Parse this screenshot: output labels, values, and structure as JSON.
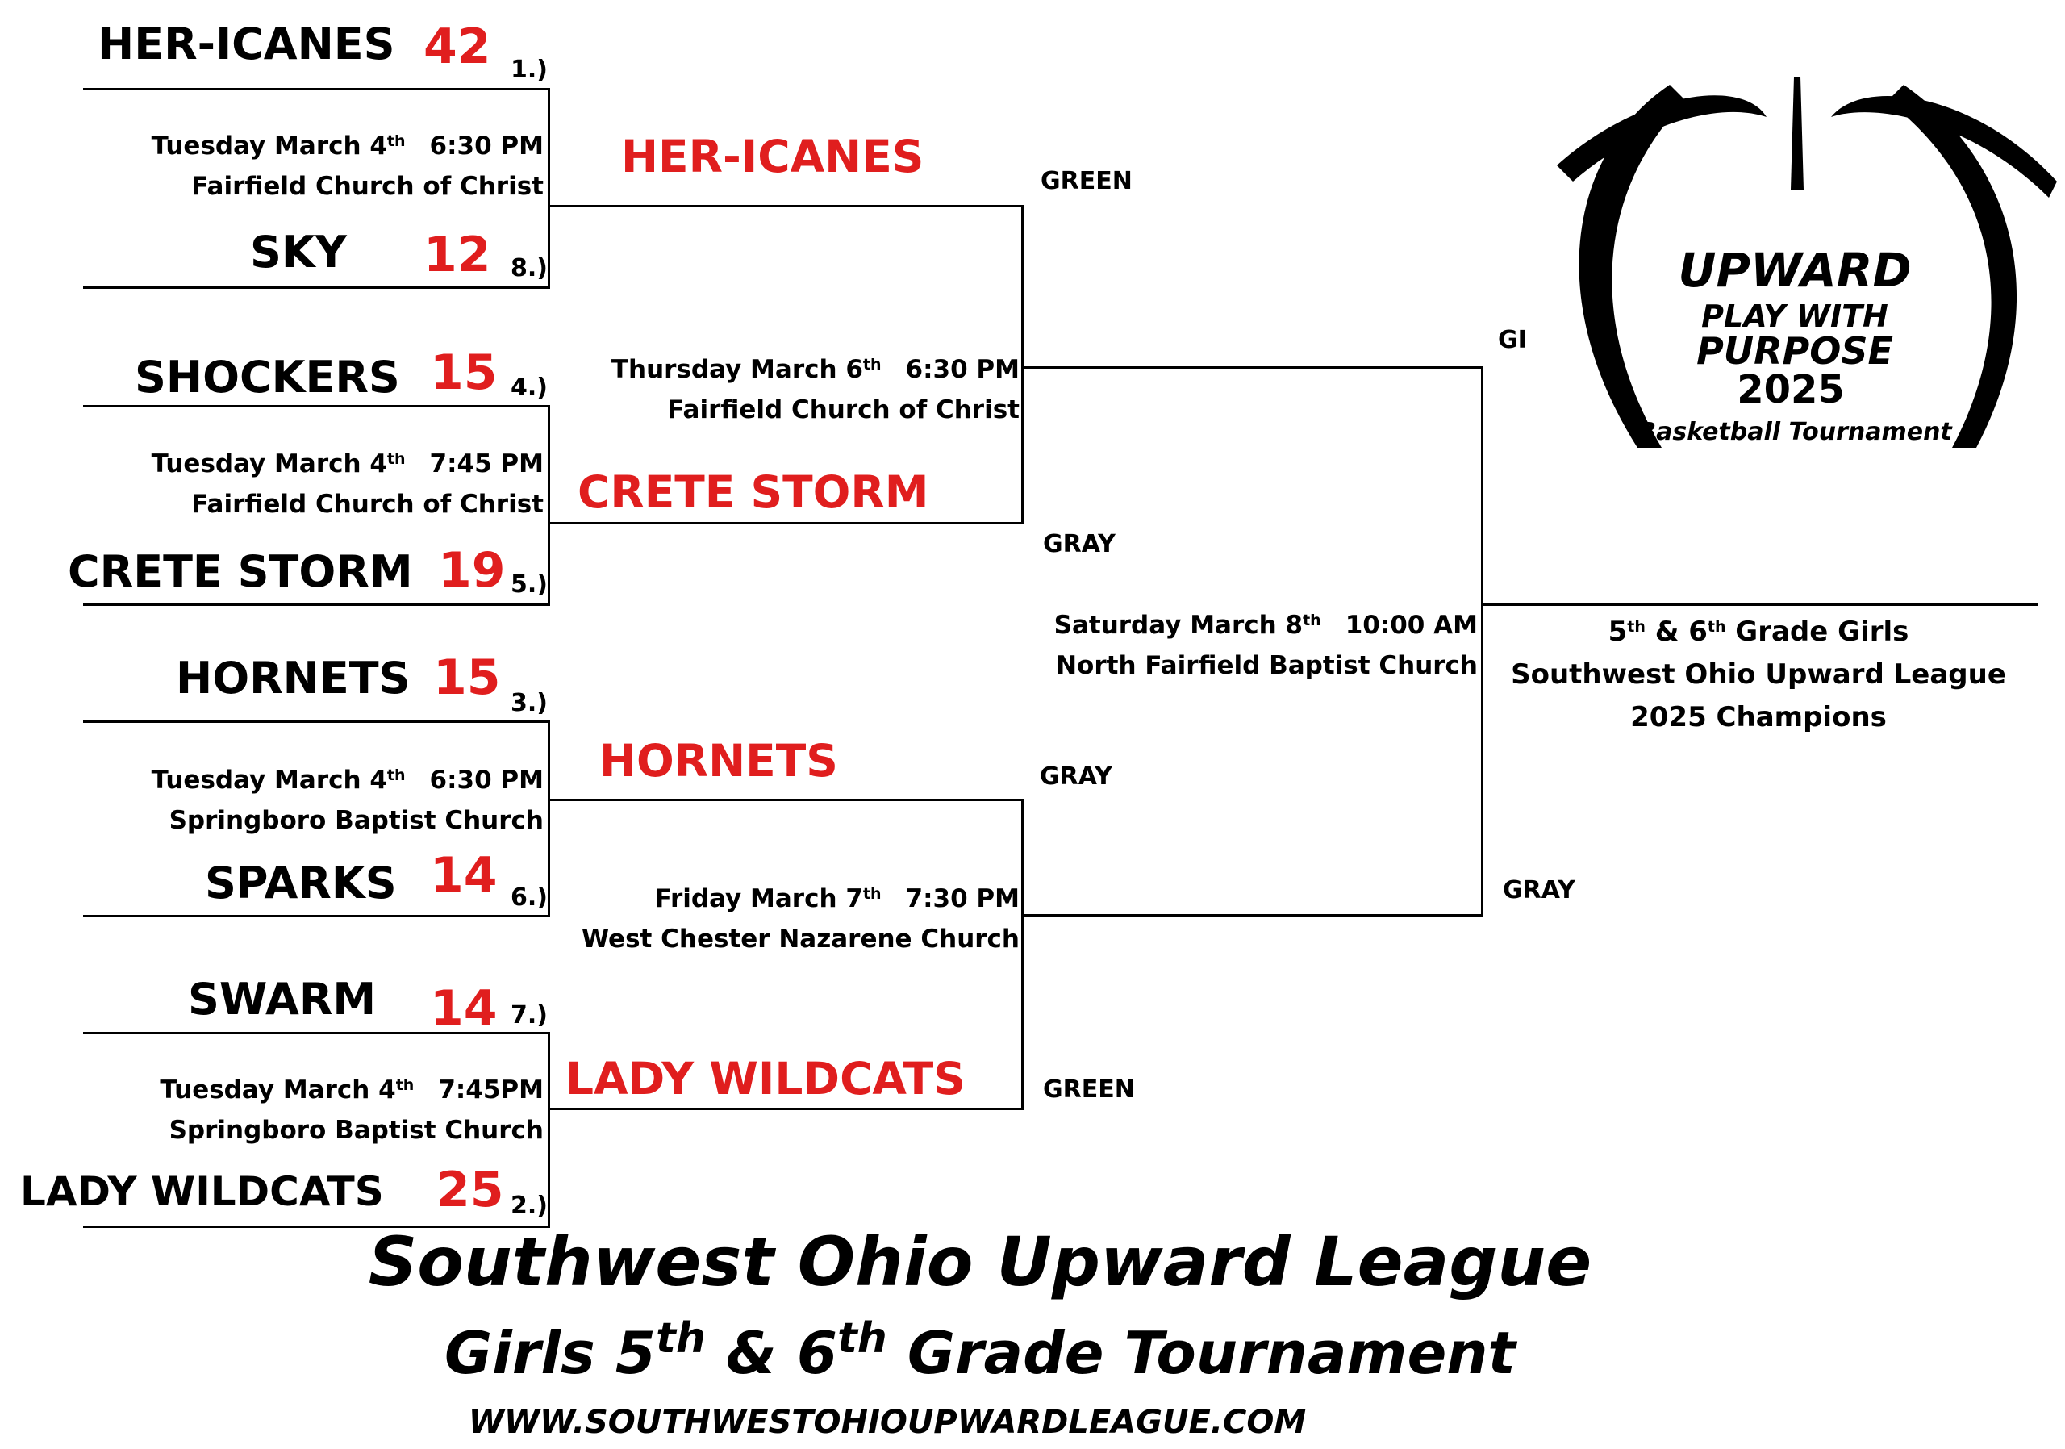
{
  "header": {
    "title_line1": "Southwest Ohio Upward League",
    "title_line2_prefix": "Girls 5",
    "title_line2_sup1": "th",
    "title_line2_mid": " & 6",
    "title_line2_sup2": "th",
    "title_line2_suffix": " Grade Tournament",
    "website": "WWW.SOUTHWESTOHIOUPWARDLEAGUE.COM"
  },
  "logo": {
    "brand": "UPWARD",
    "line1": "PLAY WITH",
    "line2": "PURPOSE",
    "year": "2025",
    "subtitle": "Basketball Tournament"
  },
  "round1": {
    "teams": [
      {
        "name": "HER-ICANES",
        "score": "42",
        "seed": "1.)"
      },
      {
        "name": "SKY",
        "score": "12",
        "seed": "8.)"
      },
      {
        "name": "SHOCKERS",
        "score": "15",
        "seed": "4.)"
      },
      {
        "name": "CRETE STORM",
        "score": "19",
        "seed": "5.)"
      },
      {
        "name": "HORNETS",
        "score": "15",
        "seed": "3.)"
      },
      {
        "name": "SPARKS",
        "score": "14",
        "seed": "6.)"
      },
      {
        "name": "SWARM",
        "score": "14",
        "seed": "7.)"
      },
      {
        "name": "LADY WILDCATS",
        "score": "25",
        "seed": "2.)"
      }
    ],
    "games": [
      {
        "day": "Tuesday March 4",
        "sup": "th",
        "time": "6:30 PM",
        "venue": "Fairfield Church of Christ"
      },
      {
        "day": "Tuesday March 4",
        "sup": "th",
        "time": "7:45 PM",
        "venue": "Fairfield Church of Christ"
      },
      {
        "day": "Tuesday March 4",
        "sup": "th",
        "time": "6:30 PM",
        "venue": "Springboro Baptist Church"
      },
      {
        "day": "Tuesday March 4",
        "sup": "th",
        "time": "7:45PM",
        "venue": "Springboro Baptist Church"
      }
    ]
  },
  "round2": {
    "winners": [
      "HER-ICANES",
      "CRETE STORM",
      "HORNETS",
      "LADY WILDCATS"
    ],
    "colors": [
      "GREEN",
      "GRAY",
      "GRAY",
      "GREEN"
    ],
    "games": [
      {
        "day": "Thursday March 6",
        "sup": "th",
        "time": "6:30 PM",
        "venue": "Fairfield Church of Christ"
      },
      {
        "day": "Friday March 7",
        "sup": "th",
        "time": "7:30 PM",
        "venue": "West Chester Nazarene Church"
      }
    ]
  },
  "final": {
    "colors": [
      "GREEN",
      "GRAY"
    ],
    "game": {
      "day": "Saturday March 8",
      "sup": "th",
      "time": "10:00 AM",
      "venue": "North Fairfield Baptist Church"
    }
  },
  "champion": {
    "line1_a": "5",
    "line1_sup1": "th",
    "line1_b": " & 6",
    "line1_sup2": "th",
    "line1_c": " Grade Girls",
    "line2": "Southwest Ohio Upward League",
    "line3": "2025 Champions"
  },
  "colors": {
    "score": "#e01e1e",
    "lines": "#000000"
  }
}
